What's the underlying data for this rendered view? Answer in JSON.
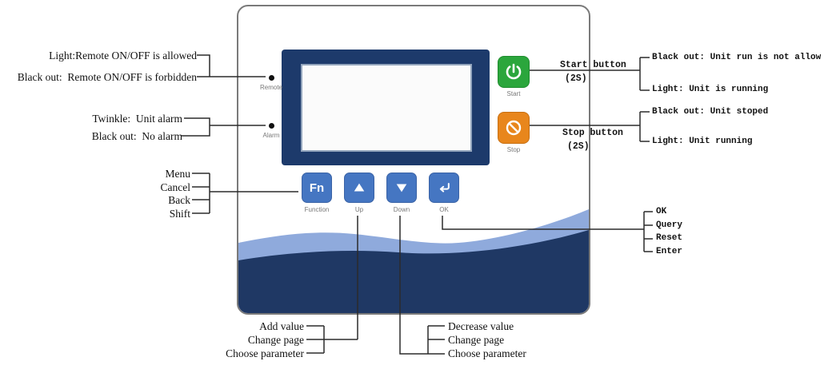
{
  "colors": {
    "button_blue": "#4576C2",
    "start_green": "#2BA63C",
    "stop_orange": "#E8861C",
    "display_navy": "#1D3A6B",
    "wave_light_blue": "#8FAADC",
    "wave_dark_blue": "#1F3864"
  },
  "device": {
    "indicators": [
      {
        "label": "Remote"
      },
      {
        "label": "Alarm"
      }
    ],
    "buttons": {
      "fn": {
        "text": "Fn",
        "label": "Function"
      },
      "up": {
        "label": "Up"
      },
      "down": {
        "label": "Down"
      },
      "ok": {
        "label": "OK"
      },
      "start": {
        "label": "Start"
      },
      "stop": {
        "label": "Stop"
      }
    }
  },
  "annotations": {
    "remote": {
      "line1": "Light:Remote ON/OFF is allowed",
      "line2": "Black out:  Remote ON/OFF is forbidden"
    },
    "alarm": {
      "line1": "Twinkle:  Unit alarm",
      "line2": "Black out:  No alarm"
    },
    "fn_list": [
      "Menu",
      "Cancel",
      "Back",
      "Shift"
    ],
    "start": {
      "top": "Black out: Unit run is not allow",
      "title": "Start button",
      "hold": "(2S)",
      "bottom": "Light: Unit is running"
    },
    "stop": {
      "top": "Black out: Unit stoped",
      "title": "Stop button",
      "hold": "(2S)",
      "bottom": "Light: Unit running"
    },
    "ok_list": [
      "OK",
      "Query",
      "Reset",
      "Enter"
    ],
    "up_list": [
      "Add value",
      "Change page",
      "Choose parameter"
    ],
    "down_list": [
      "Decrease value",
      "Change page",
      "Choose parameter"
    ]
  }
}
